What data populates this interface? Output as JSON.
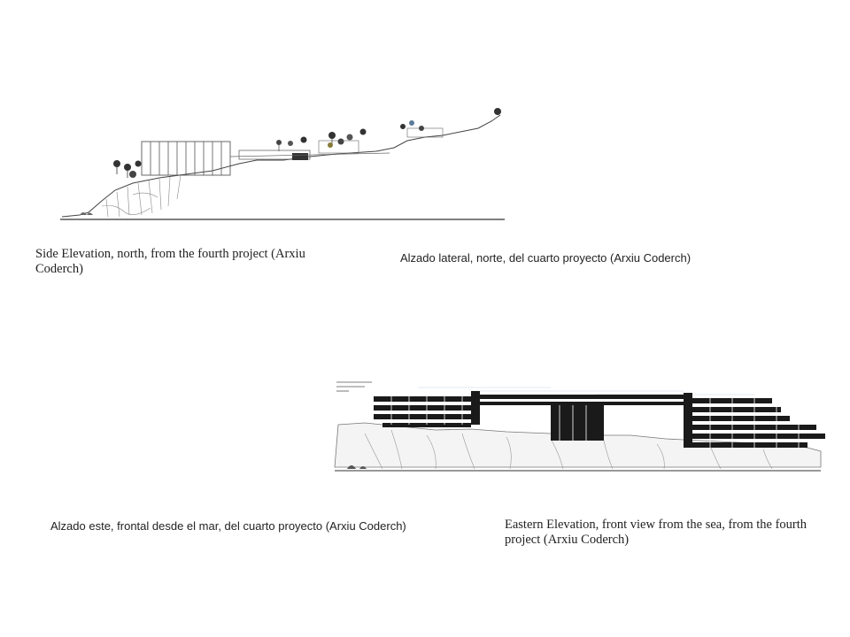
{
  "captions": {
    "side_en": "Side Elevation, north, from the fourth project (Arxiu Coderch)",
    "side_es": "Alzado lateral, norte, del cuarto proyecto (Arxiu Coderch)",
    "east_es": "Alzado este, frontal desde el mar, del cuarto proyecto (Arxiu Coderch)",
    "east_en": "Eastern Elevation, front view from the sea, from the fourth project (Arxiu Coderch)"
  }
}
